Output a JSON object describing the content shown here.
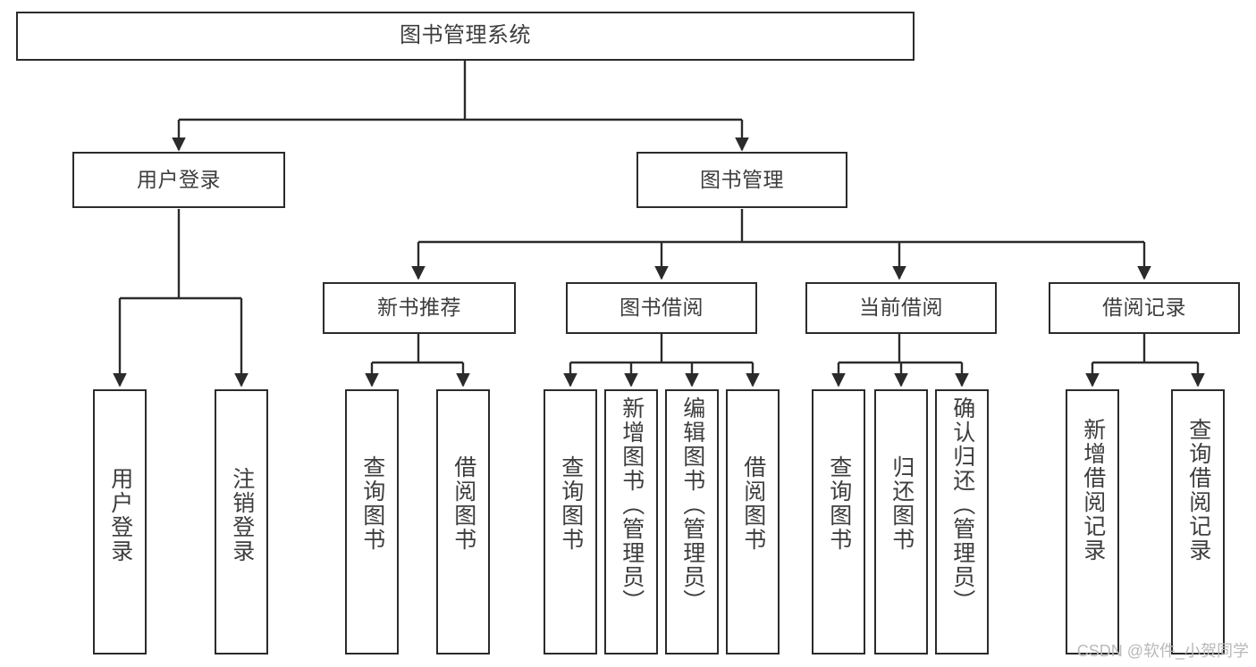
{
  "diagram": {
    "title": "图书管理系统",
    "type": "tree",
    "orientation": "top-down",
    "line_color": "#2b2b2b",
    "box_fill": "#ffffff",
    "text_color": "#3d3d3d",
    "watermark": "CSDN @软件_小贺同学",
    "nodes": {
      "root": {
        "label": "图书管理系统"
      },
      "level2": [
        {
          "id": "user-login",
          "label": "用户登录"
        },
        {
          "id": "book-manage",
          "label": "图书管理"
        }
      ],
      "level3": [
        {
          "id": "new-book-rec",
          "label": "新书推荐",
          "parent": "book-manage"
        },
        {
          "id": "book-borrow",
          "label": "图书借阅",
          "parent": "book-manage"
        },
        {
          "id": "current-borrow",
          "label": "当前借阅",
          "parent": "book-manage"
        },
        {
          "id": "borrow-record",
          "label": "借阅记录",
          "parent": "book-manage"
        }
      ],
      "leaves": [
        {
          "id": "leaf-user-login",
          "label": "用户登录",
          "parent": "user-login"
        },
        {
          "id": "leaf-user-logout",
          "label": "注销登录",
          "parent": "user-login"
        },
        {
          "id": "leaf-query-book-1",
          "label": "查询图书",
          "parent": "new-book-rec"
        },
        {
          "id": "leaf-borrow-book-1",
          "label": "借阅图书",
          "parent": "new-book-rec"
        },
        {
          "id": "leaf-query-book-2",
          "label": "查询图书",
          "parent": "book-borrow"
        },
        {
          "id": "leaf-add-book",
          "label": "新增图书（管理员）",
          "parent": "book-borrow"
        },
        {
          "id": "leaf-edit-book",
          "label": "编辑图书（管理员）",
          "parent": "book-borrow"
        },
        {
          "id": "leaf-borrow-book-2",
          "label": "借阅图书",
          "parent": "book-borrow"
        },
        {
          "id": "leaf-query-book-3",
          "label": "查询图书",
          "parent": "current-borrow"
        },
        {
          "id": "leaf-return-book",
          "label": "归还图书",
          "parent": "current-borrow"
        },
        {
          "id": "leaf-confirm-return",
          "label": "确认归还（管理员）",
          "parent": "current-borrow"
        },
        {
          "id": "leaf-add-record",
          "label": "新增借阅记录",
          "parent": "borrow-record"
        },
        {
          "id": "leaf-query-record",
          "label": "查询借阅记录",
          "parent": "borrow-record"
        }
      ]
    }
  }
}
